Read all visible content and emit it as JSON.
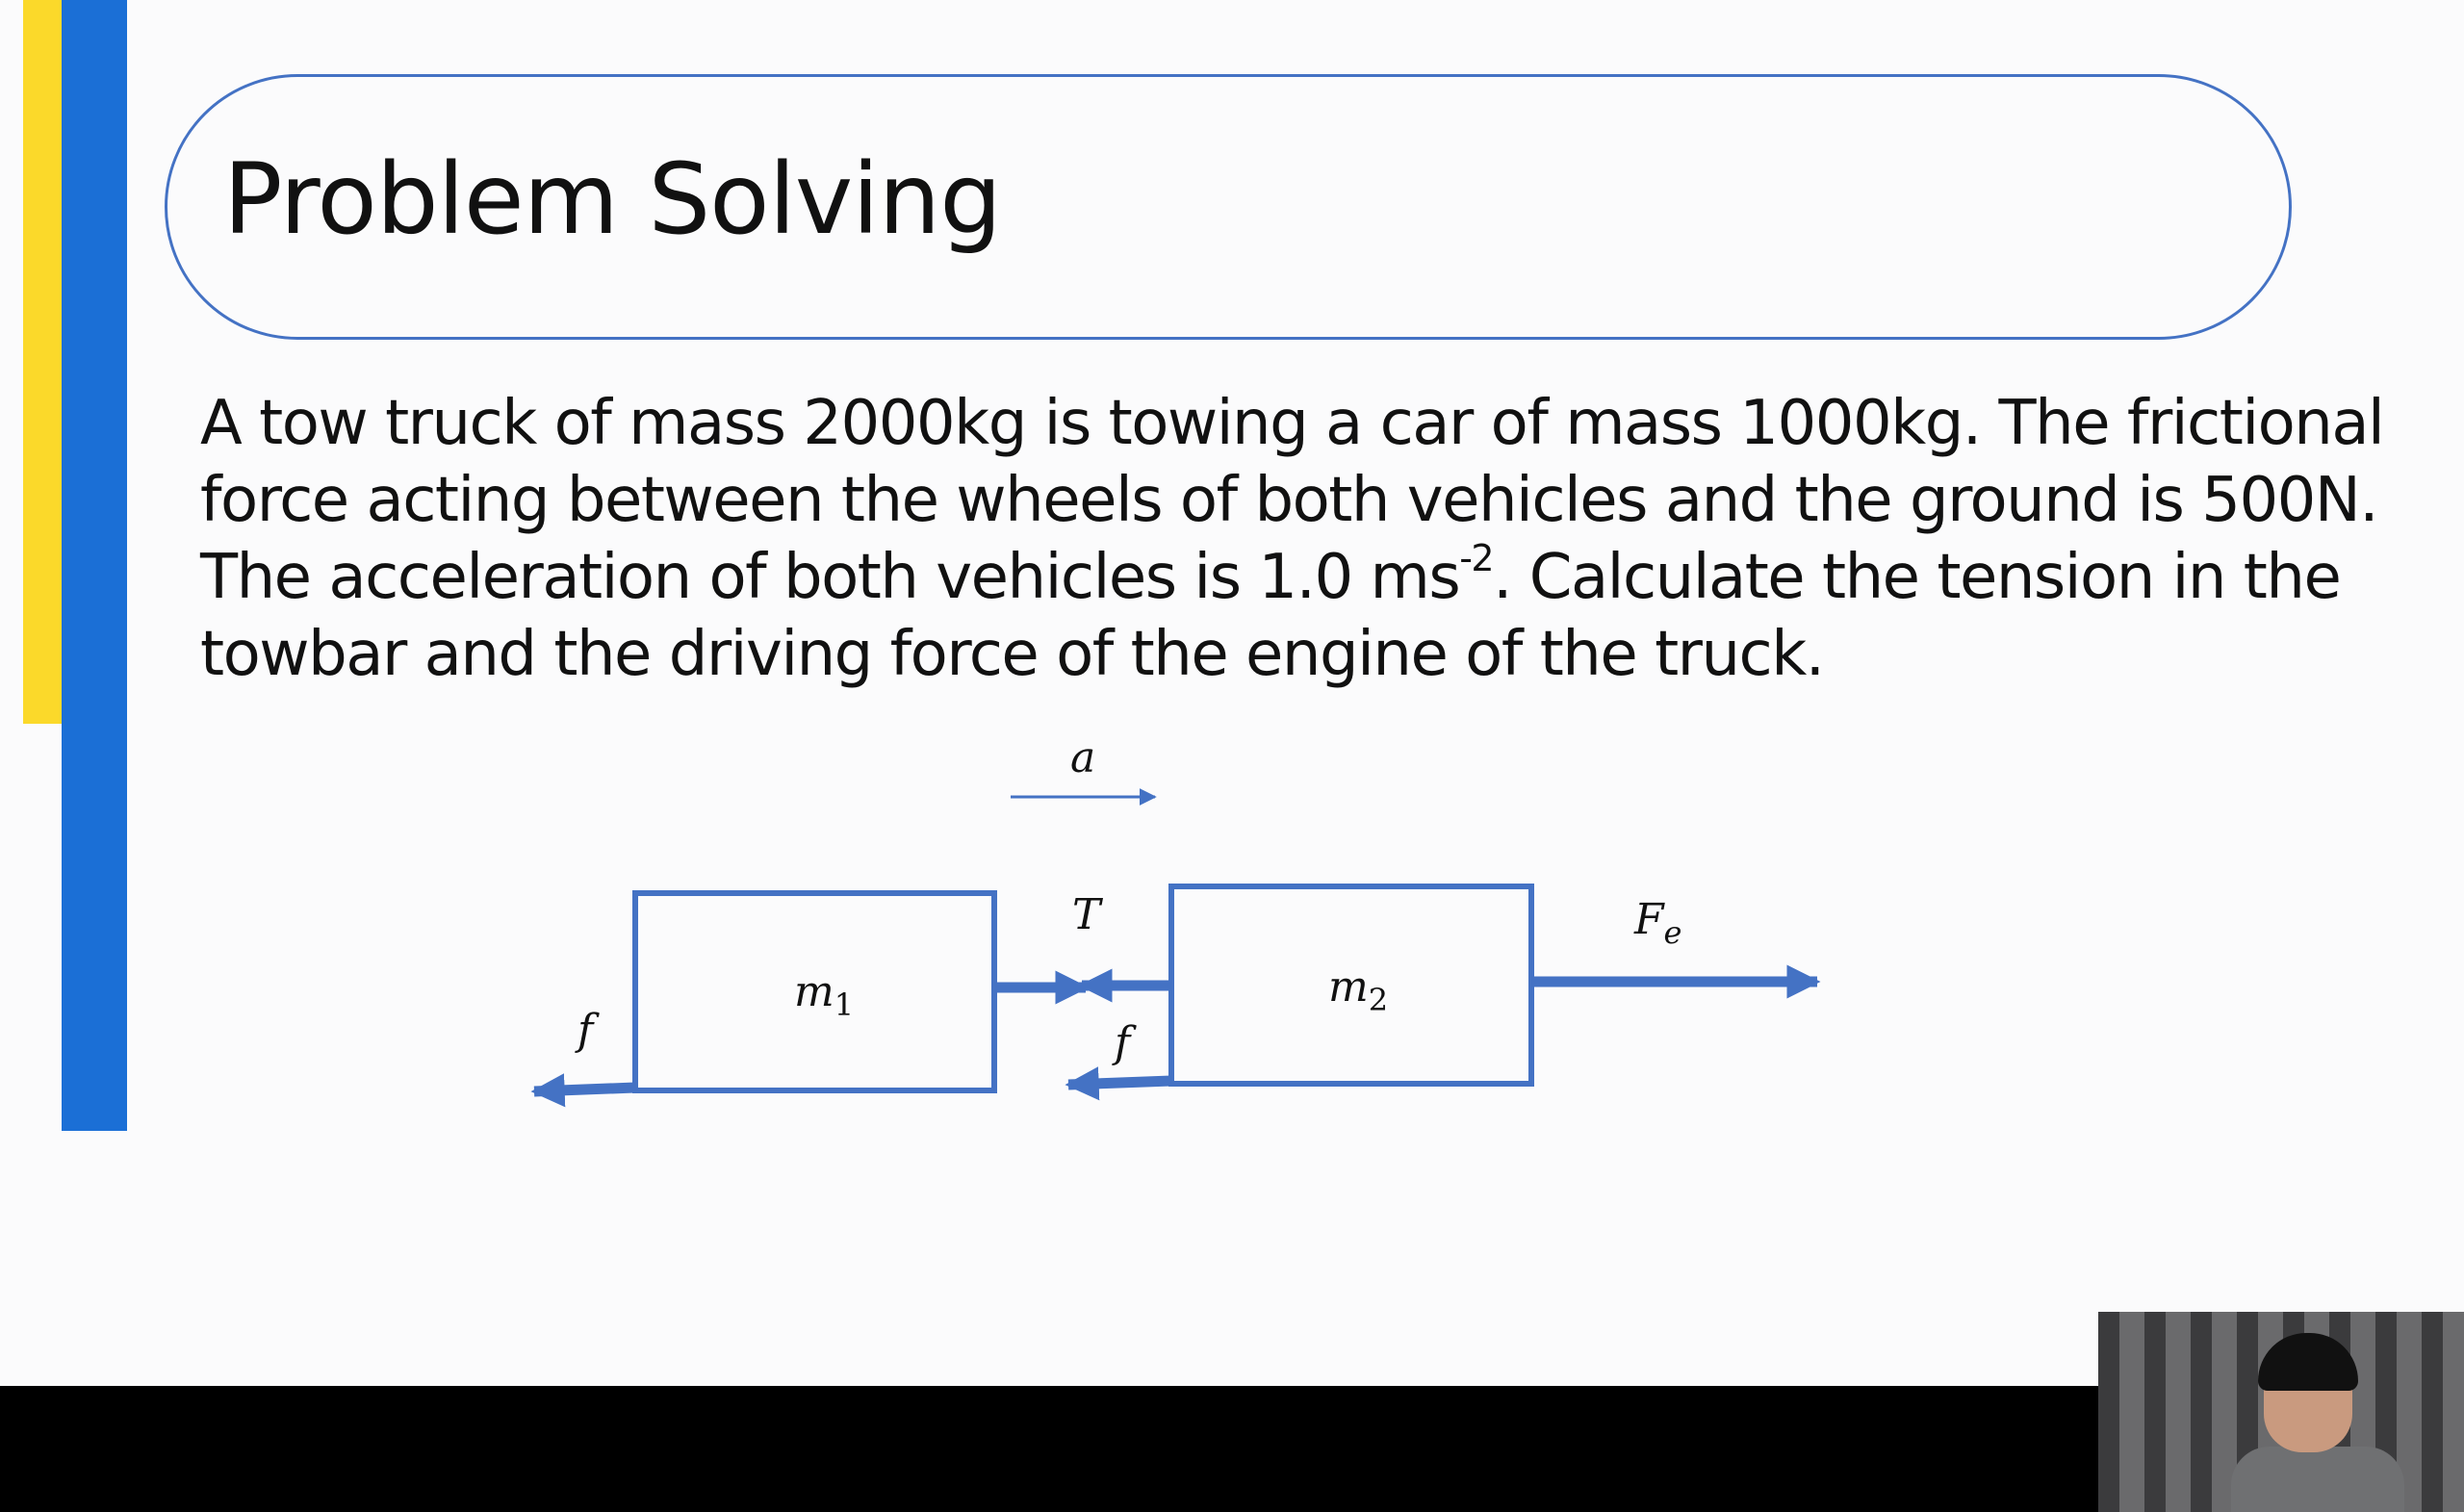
{
  "slide": {
    "title": "Problem Solving",
    "problem": {
      "text_before_exponent": "A tow truck of mass 2000kg is towing a car of mass 1000kg. The frictional force acting between the wheels of both vehicles and the ground is 500N. The acceleration of both vehicles is 1.0 ms",
      "exponent": "-2",
      "text_after_exponent": ". Calculate the tension in the towbar and the driving force of the engine of the truck."
    },
    "diagram": {
      "acceleration_label": "a",
      "tension_label": "T",
      "engine_force_label": "F",
      "engine_force_subscript": "e",
      "friction_label_left": "f",
      "friction_label_middle": "f",
      "mass1_label": "m",
      "mass1_subscript": "1",
      "mass2_label": "m",
      "mass2_subscript": "2"
    }
  },
  "colors": {
    "accent_blue": "#4472c4",
    "bar_blue": "#1b6fd6",
    "bar_yellow": "#fbd92a"
  },
  "webcam": {
    "present": true
  }
}
